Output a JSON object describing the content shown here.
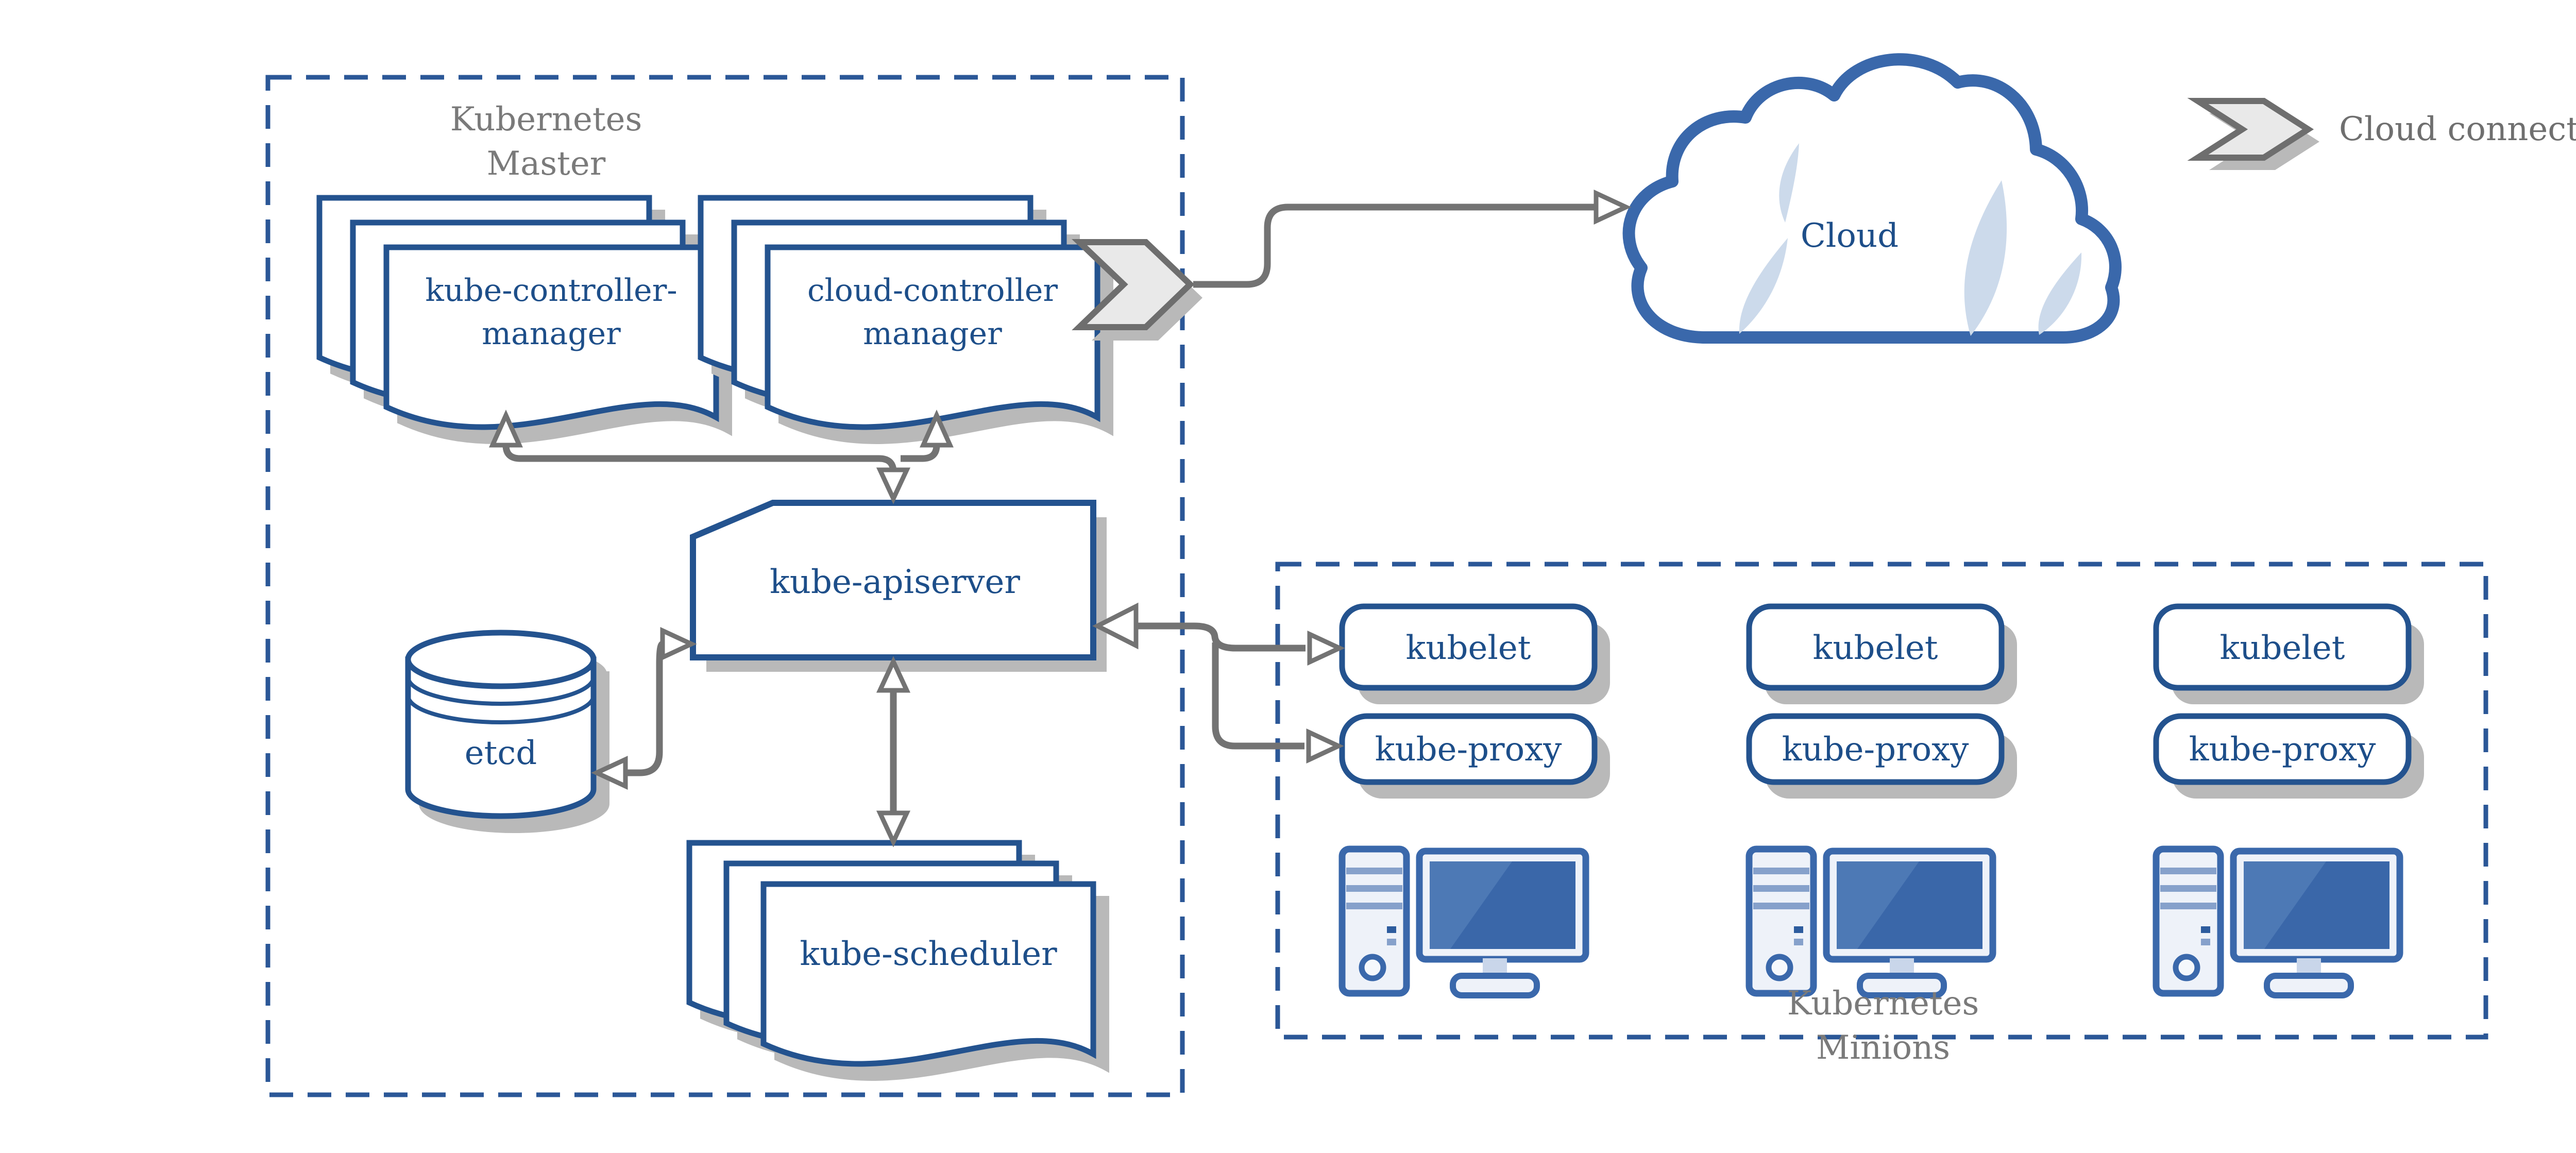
{
  "master": {
    "title_line1": "Kubernetes",
    "title_line2": "Master"
  },
  "nodes": {
    "kube_controller_manager": {
      "line1": "kube-controller-",
      "line2": "manager"
    },
    "cloud_controller_manager": {
      "line1": "cloud-controller",
      "line2": "manager"
    },
    "kube_apiserver": {
      "label": "kube-apiserver"
    },
    "etcd": {
      "label": "etcd"
    },
    "kube_scheduler": {
      "label": "kube-scheduler"
    },
    "cloud": {
      "label": "Cloud"
    }
  },
  "minions": {
    "title_line1": "Kubernetes",
    "title_line2": "Minions",
    "node_count": 3,
    "kubelet_label": "kubelet",
    "kube_proxy_label": "kube-proxy"
  },
  "legend": {
    "cloud_connector_label": "Cloud connector"
  },
  "icons": {
    "cloud_connector": "chevron-banner-icon",
    "minion_hardware": "desktop-computer-icon",
    "etcd_store": "database-cylinder-icon",
    "cloud": "cloud-icon"
  },
  "colors": {
    "shape_border_navy": "#24538f",
    "text_navy": "#1d4e89",
    "dashed_boundary_blue": "#2b5797",
    "title_grey": "#7a7a7a",
    "arrow_grey": "#737373",
    "shadow_grey": "#b9b9b9",
    "icon_blue": "#3a68ab",
    "screen_blue": "#3a67a9",
    "screen_highlight_blue": "#4d79b5",
    "cloud_slash_blue": "#ccdaeb",
    "tower_fill": "#eef2f9",
    "stripe_blue": "#86a1cb"
  }
}
